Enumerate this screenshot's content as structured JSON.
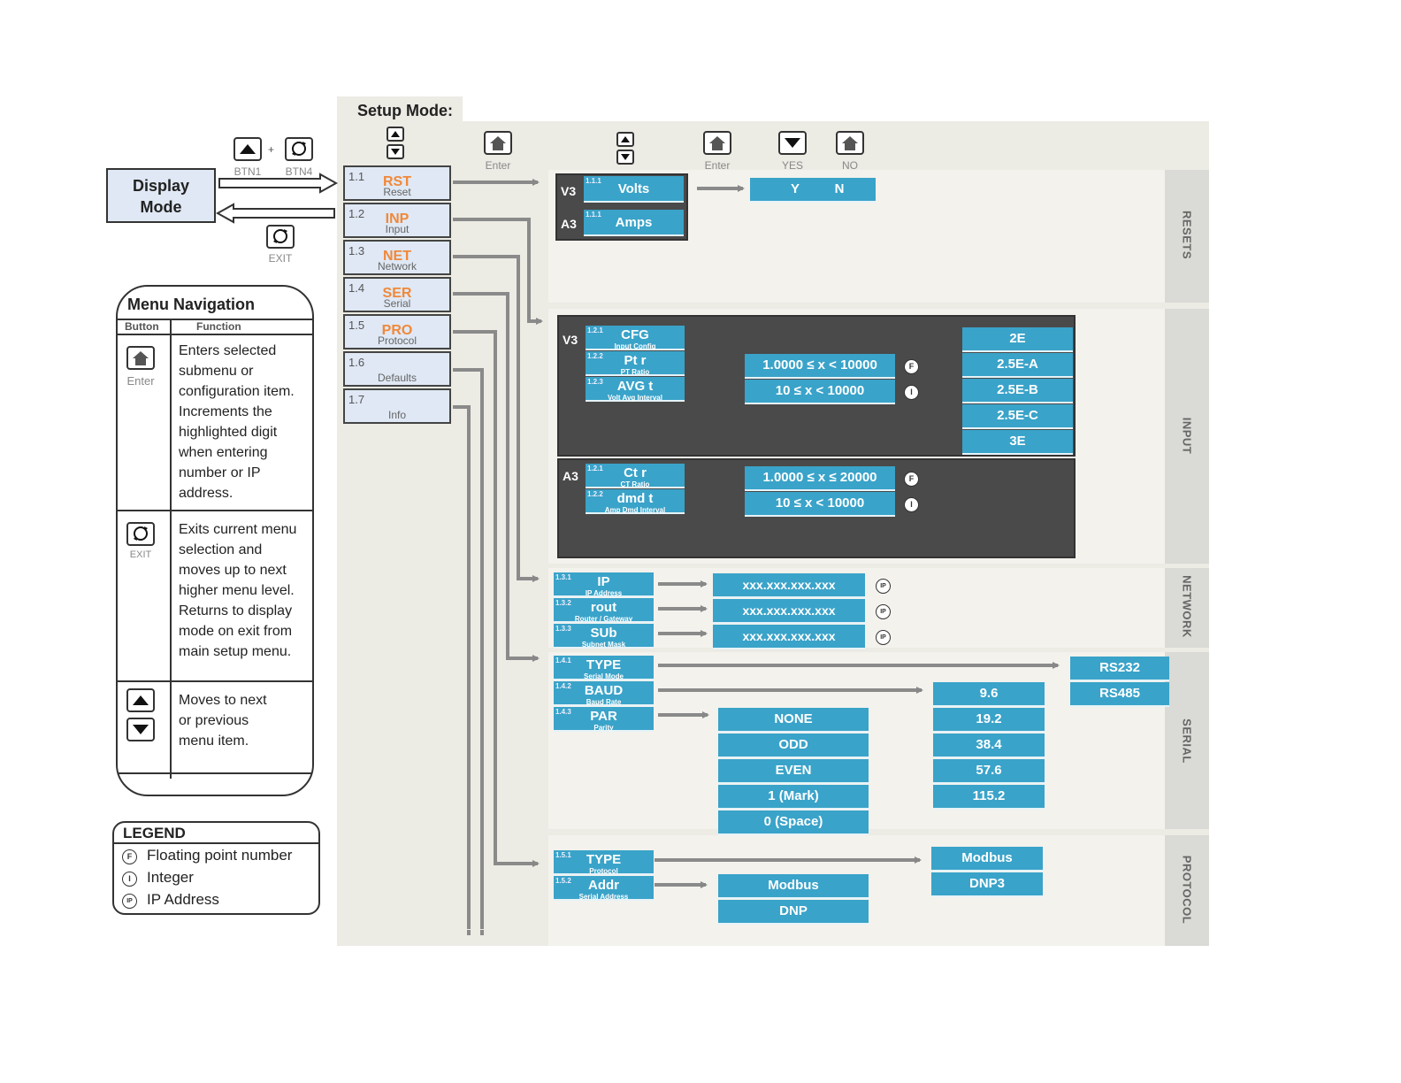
{
  "display_mode": {
    "label_line1": "Display",
    "label_line2": "Mode"
  },
  "top_buttons": {
    "btn1": "BTN1",
    "plus": "+",
    "btn4": "BTN4",
    "exit": "EXIT"
  },
  "setup_title": "Setup Mode:",
  "header_labels": {
    "enter1": "Enter",
    "enter2": "Enter",
    "yes": "YES",
    "no": "NO"
  },
  "menu": [
    {
      "num": "1.1",
      "abbr": "RST",
      "full": "Reset"
    },
    {
      "num": "1.2",
      "abbr": "INP",
      "full": "Input"
    },
    {
      "num": "1.3",
      "abbr": "NET",
      "full": "Network"
    },
    {
      "num": "1.4",
      "abbr": "SER",
      "full": "Serial"
    },
    {
      "num": "1.5",
      "abbr": "PRO",
      "full": "Protocol"
    },
    {
      "num": "1.6",
      "abbr": "",
      "full": "Defaults"
    },
    {
      "num": "1.7",
      "abbr": "",
      "full": "Info"
    }
  ],
  "sections": {
    "resets": "RESETS",
    "input": "INPUT",
    "network": "NETWORK",
    "serial": "SERIAL",
    "protocol": "PROTOCOL"
  },
  "resets": {
    "v3": "V3",
    "a3": "A3",
    "volts": {
      "num": "1.1.1",
      "label": "Volts"
    },
    "amps": {
      "num": "1.1.1",
      "label": "Amps"
    },
    "yn": {
      "y": "Y",
      "n": "N"
    }
  },
  "input": {
    "v3": "V3",
    "a3": "A3",
    "cfg": {
      "num": "1.2.1",
      "label": "CFG",
      "sub": "Input Config"
    },
    "ptr": {
      "num": "1.2.2",
      "label": "Pt r",
      "sub": "PT Ratio"
    },
    "avgt": {
      "num": "1.2.3",
      "label": "AVG t",
      "sub": "Volt Avg Interval"
    },
    "ctr": {
      "num": "1.2.1",
      "label": "Ct r",
      "sub": "CT Ratio"
    },
    "dmdt": {
      "num": "1.2.2",
      "label": "dmd t",
      "sub": "Amp Dmd Interval"
    },
    "range_pt": "1.0000 ≤ x < 10000",
    "range_avg": "10 ≤ x < 10000",
    "range_ct": "1.0000 ≤ x ≤ 20000",
    "range_dmd": "10 ≤ x < 10000",
    "cfg_options": [
      "2E",
      "2.5E-A",
      "2.5E-B",
      "2.5E-C",
      "3E"
    ]
  },
  "network": {
    "ip": {
      "num": "1.3.1",
      "label": "IP",
      "sub": "IP Address"
    },
    "rout": {
      "num": "1.3.2",
      "label": "rout",
      "sub": "Router / Gateway"
    },
    "sub": {
      "num": "1.3.3",
      "label": "SUb",
      "sub": "Subnet Mask"
    },
    "value": "xxx.xxx.xxx.xxx"
  },
  "serial": {
    "type": {
      "num": "1.4.1",
      "label": "TYPE",
      "sub": "Serial Mode"
    },
    "baud": {
      "num": "1.4.2",
      "label": "BAUD",
      "sub": "Baud Rate"
    },
    "par": {
      "num": "1.4.3",
      "label": "PAR",
      "sub": "Parity"
    },
    "type_options": [
      "RS232",
      "RS485"
    ],
    "baud_options": [
      "9.6",
      "19.2",
      "38.4",
      "57.6",
      "115.2"
    ],
    "par_options": [
      "NONE",
      "ODD",
      "EVEN",
      "1 (Mark)",
      "0 (Space)"
    ]
  },
  "protocol": {
    "type": {
      "num": "1.5.1",
      "label": "TYPE",
      "sub": "Protocol"
    },
    "addr": {
      "num": "1.5.2",
      "label": "Addr",
      "sub": "Serial Address"
    },
    "type_options": [
      "Modbus",
      "DNP3"
    ],
    "addr_options": [
      "Modbus",
      "DNP"
    ]
  },
  "symbols": {
    "f": "F",
    "i": "I",
    "ip": "IP"
  },
  "nav": {
    "title": "Menu Navigation",
    "col_button": "Button",
    "col_function": "Function",
    "enter_label": "Enter",
    "exit_label": "EXIT",
    "row1": [
      "Enters selected",
      "submenu or",
      "configuration item.",
      "Increments the",
      "highlighted digit",
      "when entering",
      "number or IP",
      "address."
    ],
    "row2": [
      "Exits current menu",
      "selection and",
      "moves up to next",
      "higher menu level.",
      "Returns to display",
      "mode on exit from",
      "main setup menu."
    ],
    "row3": [
      "Moves to next",
      "or previous",
      "menu item."
    ]
  },
  "legend": {
    "title": "LEGEND",
    "items": [
      "Floating point number",
      "Integer",
      "IP Address"
    ]
  },
  "colors": {
    "panel": "#ecebe4",
    "blue": "#3aa3c9",
    "orange": "#f0883a",
    "dark": "#4a4a4a",
    "tab": "#dadad6"
  }
}
